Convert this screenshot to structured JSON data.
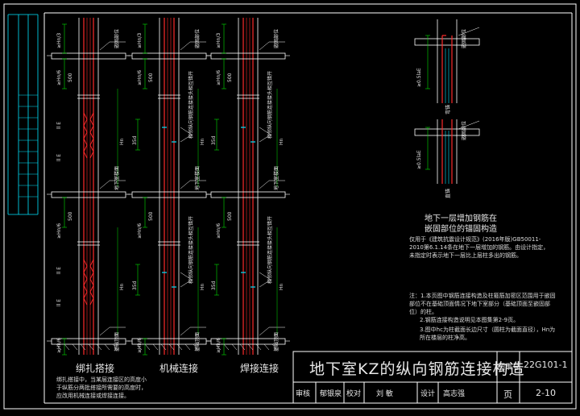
{
  "title_block": {
    "title": "地下室KZ的纵向钢筋连接构造",
    "atlas_label": "图集号",
    "atlas_no": "22G101-1",
    "page_label": "页",
    "page_no": "2-10",
    "row": [
      "审核",
      "郁银泉",
      "校对",
      "刘 敏",
      "设计",
      "高志强"
    ]
  },
  "captions": {
    "lap": "绑扎搭接",
    "mech": "机械连接",
    "weld": "焊接连接",
    "anchor_title_1": "地下一层增加钢筋在",
    "anchor_title_2": "嵌固部位的锚固构造"
  },
  "labels": {
    "embed": "嵌固部位",
    "base": "基础顶面",
    "slab": "地下室楼面",
    "lap_len": "ll E",
    "ratio_top": "≥Hn/3",
    "ratio_bottom": "≥Hn/6",
    "len500": "500",
    "hn": "Hn",
    "d35": "35d",
    "ratio_pct": "≤50%",
    "joint_note": "相邻纵向钢筋连接接头相互错开",
    "bent": "弯锚",
    "straight": "直锚",
    "lae": "≥0.5laE"
  },
  "notes": {
    "n1": "仅用于《建筑抗震设计规范》(2016年版)GB50011-2010第6.1.14条在地下一层增加的钢筋。由设计指定，未指定时表示地下一层比上层柱多出的钢筋。",
    "n2": "注：1.本页图中钢筋连接构造及柱箍筋加密区范围用于嵌固部位不在基础顶面情况下地下室部分（基础顶面至嵌固部位）的柱。",
    "n3": "2.钢筋连接构造说明见本图集第2-9页。",
    "n4": "3.图中hc为柱截面长边尺寸（圆柱为截面直径），Hn为所在楼层的柱净高。",
    "n5": "绑扎搭接中，当某层连接区的高度小于纵筋分两批搭接所需要的高度时，应改用机械连接或焊接连接。"
  },
  "colors": {
    "background": "#000000",
    "rebar": "#ff2a2a",
    "concrete": "#ffffff",
    "dim": "#00e000",
    "cyan": "#00e5ff",
    "text": "#e8e8e8"
  }
}
